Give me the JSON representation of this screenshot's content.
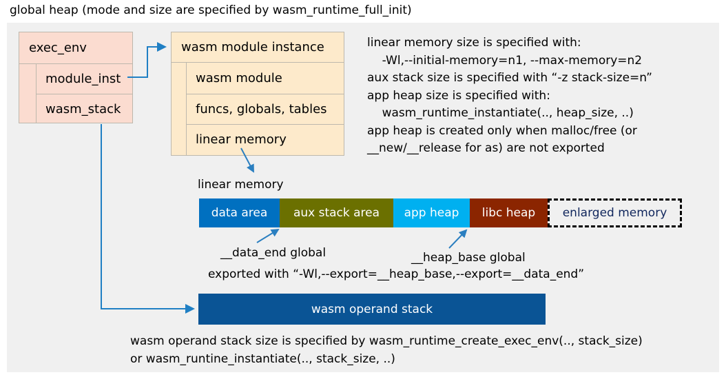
{
  "title": "global heap (mode and size are specified by wasm_runtime_full_init)",
  "colors": {
    "panel_bg": "#f0f0f0",
    "exec_env_fill": "#fbdcd0",
    "module_inst_fill": "#fdeacb",
    "struct_border": "#bdb8ad",
    "connector": "#1f7fc4",
    "data_area": "#0070c0",
    "aux_stack_area": "#6b7000",
    "app_heap": "#00b0f0",
    "libc_heap": "#8b2500",
    "enlarged_memory_text": "#10265c",
    "operand_stack": "#0a5495"
  },
  "exec_env": {
    "title": "exec_env",
    "fields": [
      "module_inst",
      "wasm_stack"
    ]
  },
  "module_instance": {
    "title": "wasm module instance",
    "fields": [
      "wasm module",
      "funcs, globals, tables",
      "linear memory"
    ]
  },
  "notes": {
    "linear_memory": "linear memory size is specified with:\n    -Wl,--initial-memory=n1, --max-memory=n2\naux stack size is specified with “-z stack-size=n”\napp heap size is specified with:\n    wasm_runtime_instantiate(.., heap_size, ..)\napp heap is created only when malloc/free (or\n__new/__release for as) are not exported",
    "operand_stack": "wasm operand stack size is specified by wasm_runtime_create_exec_env(.., stack_size)\nor wasm_runtine_instantiate(.., stack_size, ..)"
  },
  "linear_memory": {
    "label": "linear memory",
    "segments": [
      {
        "label": "data area",
        "color": "#0070c0",
        "width": 117,
        "dashed": false
      },
      {
        "label": "aux stack area",
        "color": "#6b7000",
        "width": 165,
        "dashed": false
      },
      {
        "label": "app heap",
        "color": "#00b0f0",
        "width": 111,
        "dashed": false
      },
      {
        "label": "libc heap",
        "color": "#8b2500",
        "width": 113,
        "dashed": false
      },
      {
        "label": "enlarged memory",
        "color": "#f0f0f0",
        "width": 195,
        "dashed": true
      }
    ],
    "annotations": {
      "data_end": "__data_end global",
      "heap_base": "__heap_base global",
      "exported": "exported with “-Wl,--export=__heap_base,--export=__data_end”"
    }
  },
  "operand_stack": {
    "label": "wasm operand stack"
  },
  "icons": {
    "arrow_module_inst": "arrow-right-icon",
    "arrow_linear_memory": "arrow-down-right-icon",
    "arrow_data_end": "arrow-up-right-icon",
    "arrow_heap_base": "arrow-up-right-icon",
    "arrow_wasm_stack": "arrow-right-icon"
  }
}
